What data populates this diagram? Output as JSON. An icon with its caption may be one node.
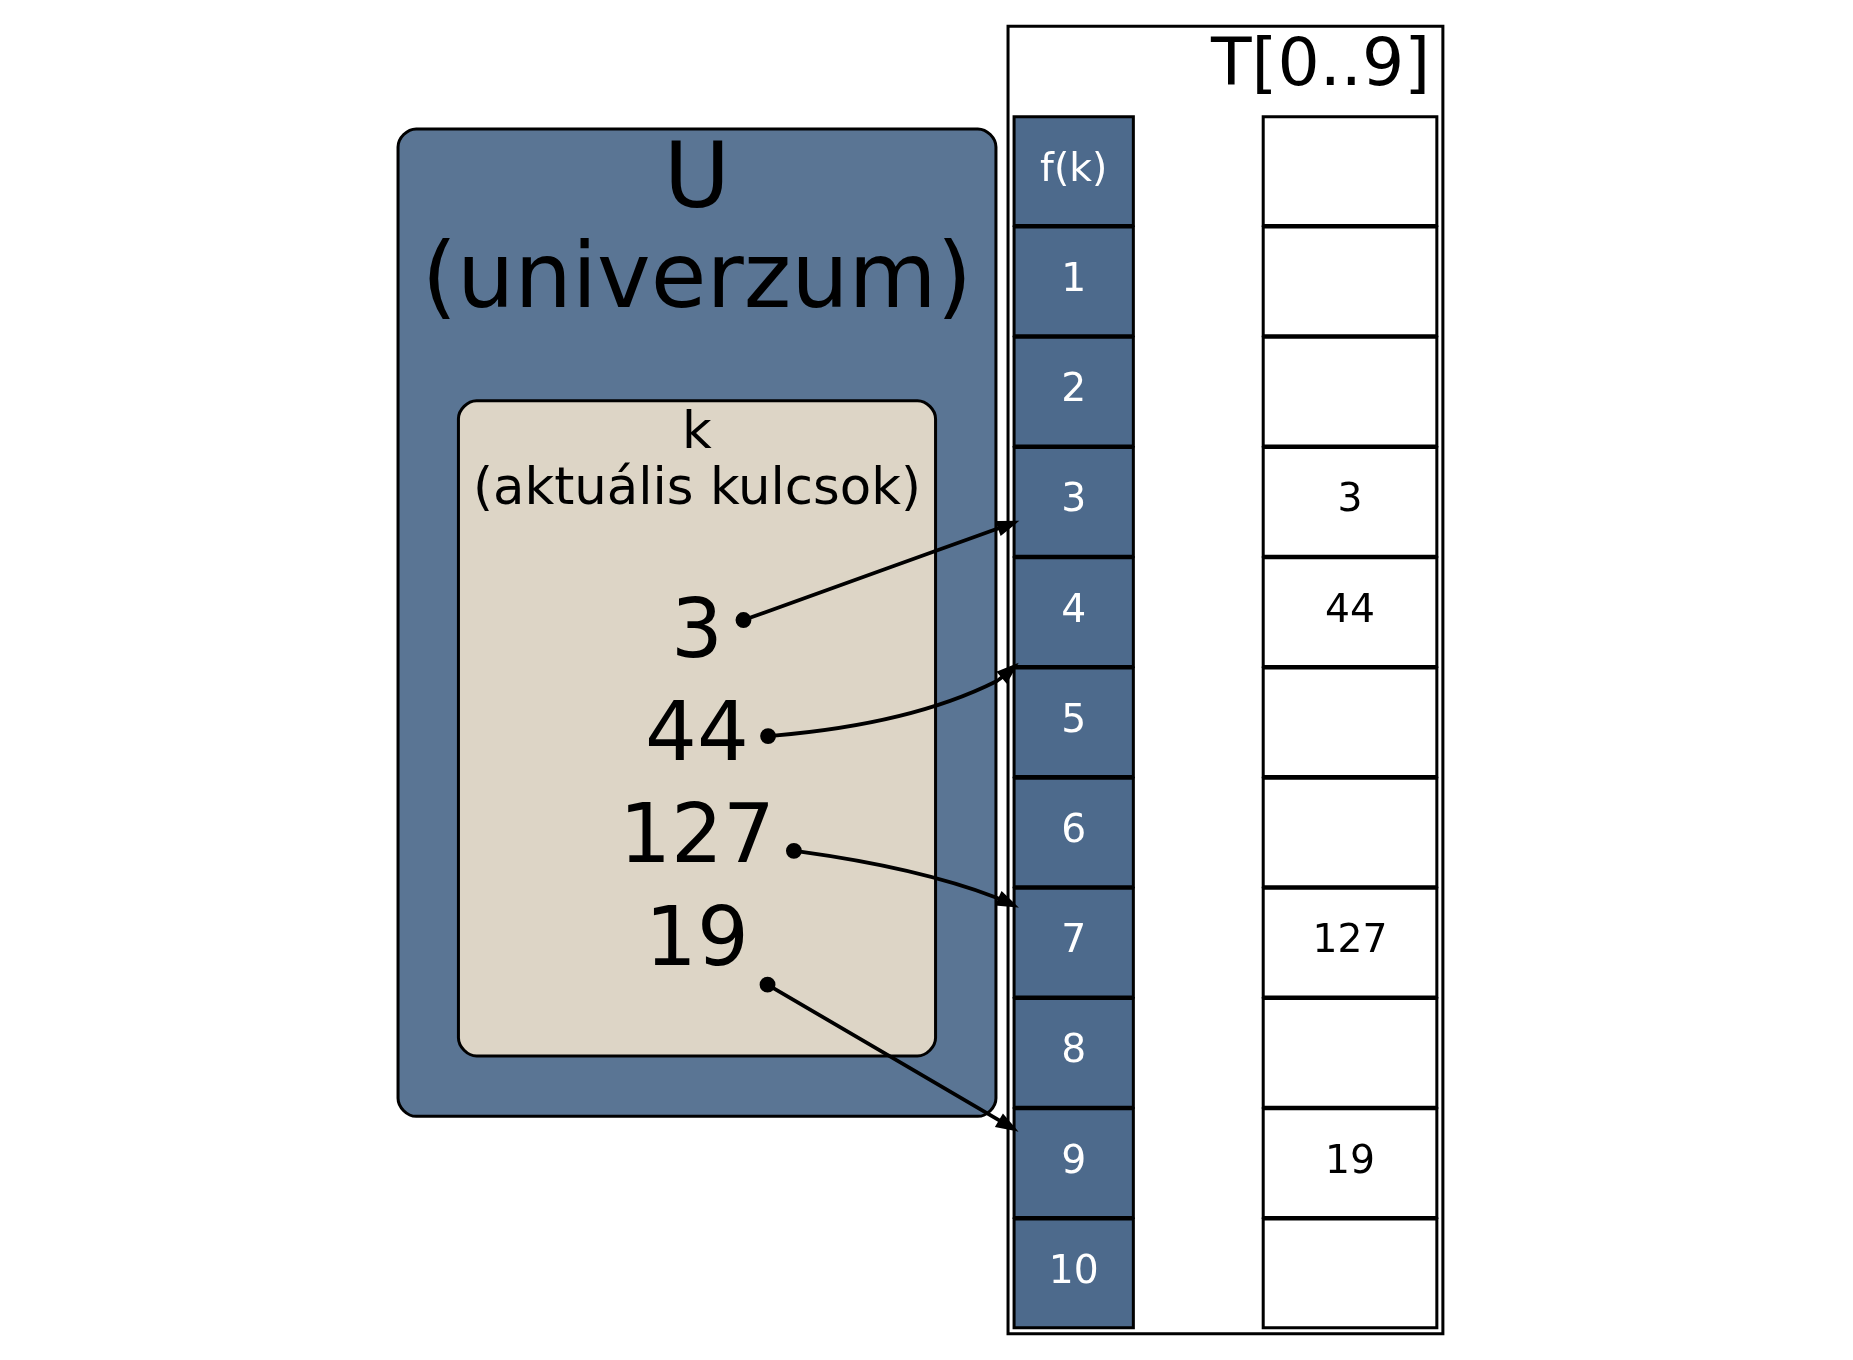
{
  "diagram": {
    "nodes": [
      {
        "text": [
          "U",
          "(univerzum)"
        ]
      },
      {
        "text": [
          "k",
          "(aktuális kulcsok)"
        ],
        "in": 0
      },
      {
        "text": [
          "3"
        ],
        "in": 1
      },
      {
        "text": [
          "44"
        ],
        "in": 1
      },
      {
        "text": [
          "127"
        ],
        "in": 1
      },
      {
        "text": [
          "19"
        ],
        "in": 1
      },
      {
        "text": [
          "T[0..9]"
        ]
      },
      {
        "text": [
          "f(k)"
        ],
        "in": 6
      },
      {
        "text": [],
        "shape": "box",
        "in": 6
      },
      {
        "text": [
          "1"
        ],
        "in": 6
      },
      {
        "text": [],
        "shape": "box",
        "in": 6
      },
      {
        "text": [
          "2"
        ],
        "in": 6
      },
      {
        "text": [],
        "shape": "box",
        "in": 6
      },
      {
        "text": [
          "3"
        ],
        "in": 6
      },
      {
        "text": [
          "3"
        ],
        "in": 6
      },
      {
        "text": [
          "4"
        ],
        "in": 6
      },
      {
        "text": [
          "44"
        ],
        "in": 6
      },
      {
        "text": [
          "5"
        ],
        "in": 6
      },
      {
        "text": [],
        "shape": "box",
        "in": 6
      },
      {
        "text": [
          "6"
        ],
        "in": 6
      },
      {
        "text": [],
        "shape": "box",
        "in": 6
      },
      {
        "text": [
          "7"
        ],
        "in": 6
      },
      {
        "text": [
          "127"
        ],
        "in": 6
      },
      {
        "text": [
          "8"
        ],
        "in": 6
      },
      {
        "text": [],
        "shape": "box",
        "in": 6
      },
      {
        "text": [
          "9"
        ],
        "in": 6
      },
      {
        "text": [
          "19"
        ],
        "in": 6
      },
      {
        "text": [
          "10"
        ],
        "in": 6
      },
      {
        "text": [],
        "shape": "box",
        "in": 6
      }
    ],
    "edges": [
      {
        "from": 2,
        "to": 13,
        "arrow": "to"
      },
      {
        "from": 3,
        "to": 15,
        "arrow": "to"
      },
      {
        "from": 4,
        "to": 21,
        "arrow": "to"
      },
      {
        "from": 5,
        "to": 25,
        "arrow": "to"
      }
    ]
  }
}
